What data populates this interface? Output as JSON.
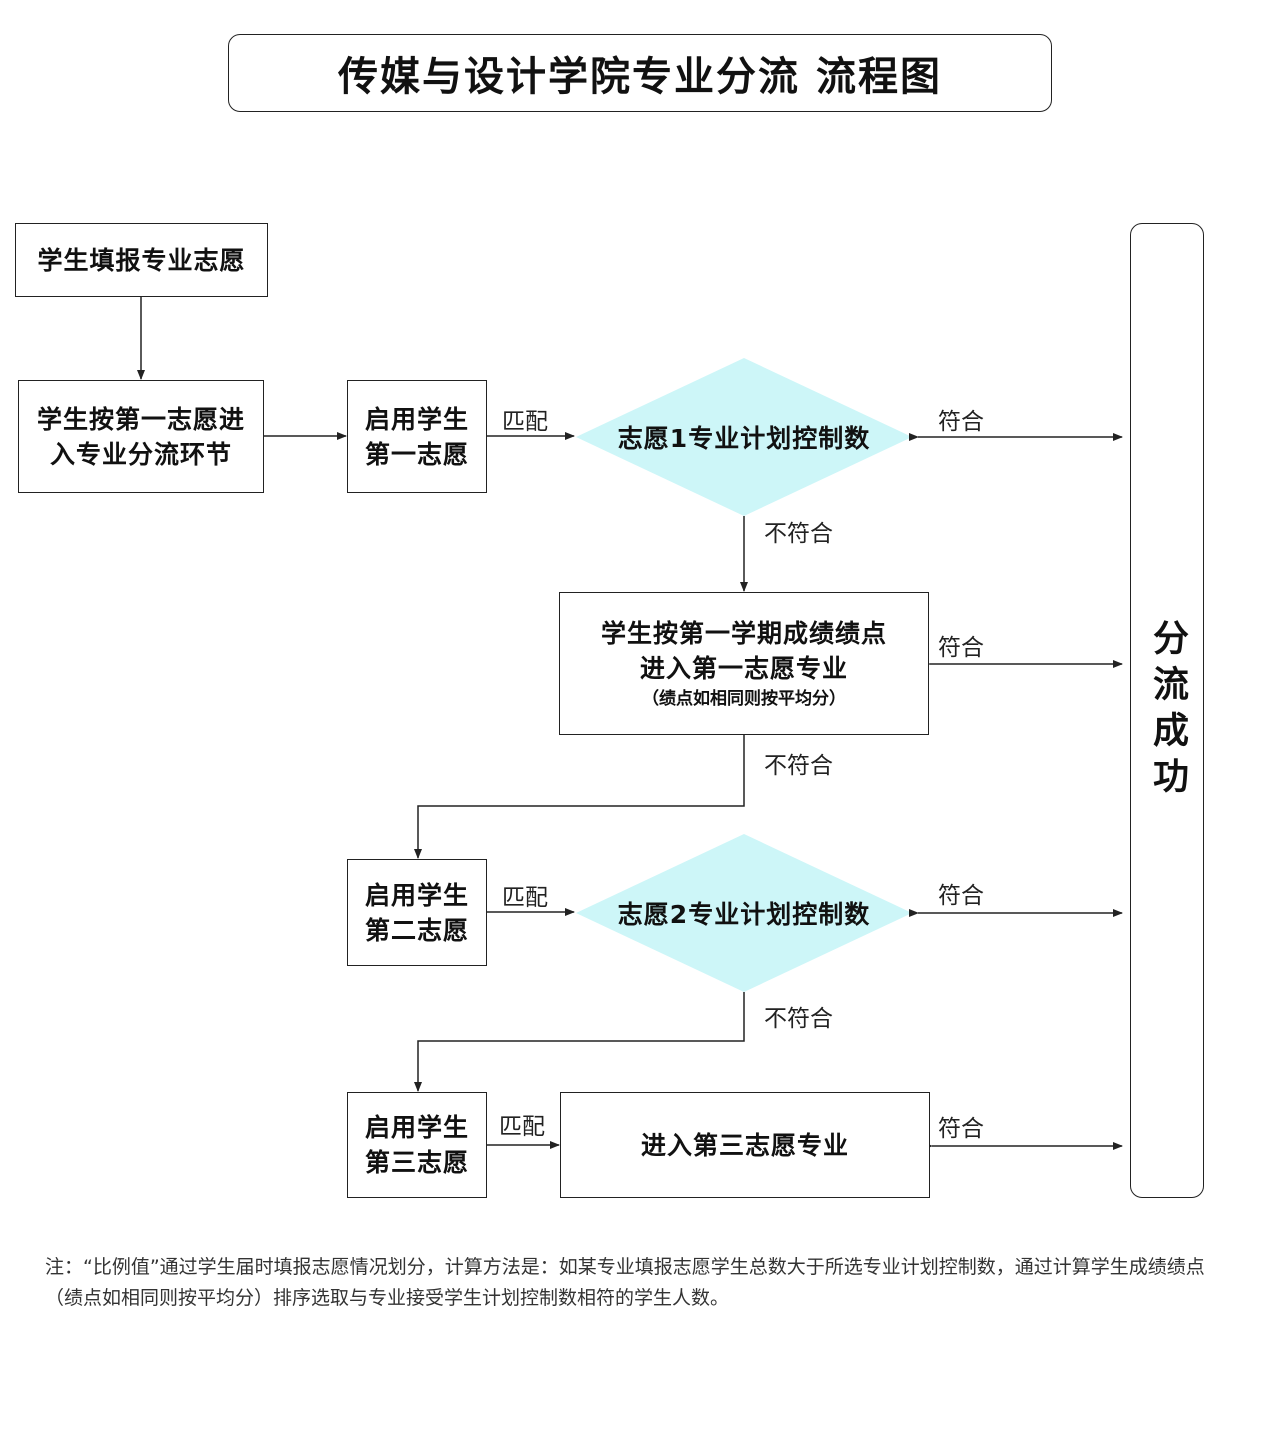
{
  "title": "传媒与设计学院专业分流 流程图",
  "nodes": {
    "fill_wishes": "学生填报专业志愿",
    "enter_by_first_l1": "学生按第一志愿进",
    "enter_by_first_l2": "入专业分流环节",
    "use_first_l1": "启用学生",
    "use_first_l2": "第一志愿",
    "quota1": "志愿1专业计划控制数",
    "gpa_l1": "学生按第一学期成绩绩点",
    "gpa_l2": "进入第一志愿专业",
    "gpa_l3": "（绩点如相同则按平均分）",
    "use_second_l1": "启用学生",
    "use_second_l2": "第二志愿",
    "quota2": "志愿2专业计划控制数",
    "use_third_l1": "启用学生",
    "use_third_l2": "第三志愿",
    "enter_third": "进入第三志愿专业",
    "success": "分流成功"
  },
  "edges": {
    "match": "匹配",
    "pass": "符合",
    "fail": "不符合"
  },
  "colors": {
    "diamond_fill": "#cdf6f8",
    "line": "#222222"
  },
  "note": "注：“比例值”通过学生届时填报志愿情况划分，计算方法是：如某专业填报志愿学生总数大于所选专业计划控制数，通过计算学生成绩绩点（绩点如相同则按平均分）排序选取与专业接受学生计划控制数相符的学生人数。"
}
